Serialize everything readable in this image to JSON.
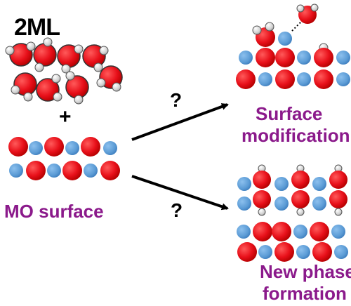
{
  "title": "2ML",
  "plus_sign": "+",
  "question_top": "?",
  "question_bottom": "?",
  "reactant_label": "MO surface",
  "product_top": {
    "line1": "Surface",
    "line2": "modification"
  },
  "product_bottom": {
    "line1": "New phase",
    "line2": "formation"
  },
  "colors": {
    "oxygen": "#e8101a",
    "metal": "#5b9bd5",
    "hydrogen": "#d9d9d9",
    "label": "#8b1a8b",
    "arrow": "#000000"
  }
}
